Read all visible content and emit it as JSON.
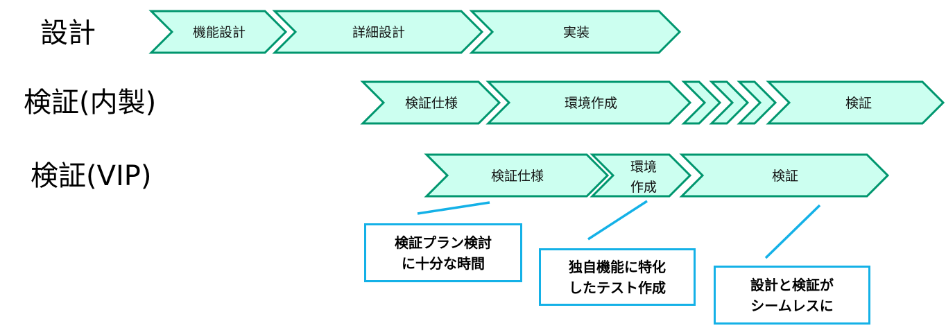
{
  "rows": {
    "design": {
      "label": "設計",
      "phases": [
        "機能設計",
        "詳細設計",
        "実装"
      ]
    },
    "inhouse": {
      "label": "検証(内製)",
      "phases": [
        "検証仕様",
        "環境作成",
        "",
        "",
        "",
        "検証"
      ]
    },
    "vip": {
      "label": "検証(VIP)",
      "phases": [
        "検証仕様",
        "環境\n作成",
        "検証"
      ]
    }
  },
  "notes": [
    {
      "line1": "検証プラン検討",
      "line2": "に十分な時間"
    },
    {
      "line1": "独自機能に特化",
      "line2": "したテスト作成"
    },
    {
      "line1": "設計と検証が",
      "line2": "シームレスに"
    }
  ],
  "colors": {
    "chevron_fill": "#ccfff0",
    "chevron_stroke": "#00966e",
    "callout_border": "#14b1e7"
  }
}
